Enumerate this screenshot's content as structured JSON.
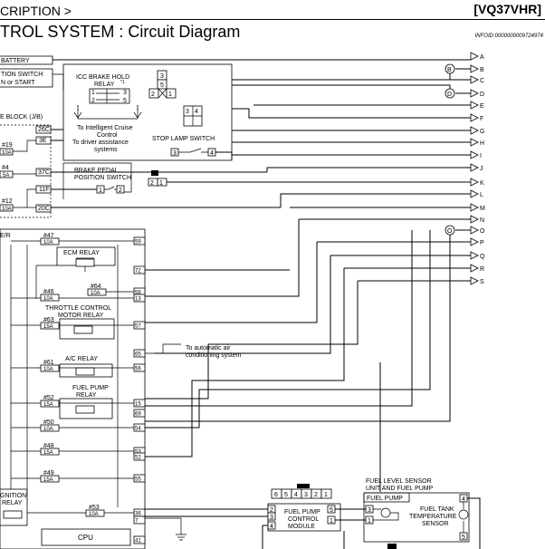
{
  "header": {
    "section": "CRIPTION >",
    "model_code": "[VQ37VHR]",
    "title": "TROL SYSTEM : Circuit Diagram",
    "info_id": "INFOID:0000000009724974"
  },
  "left_labels": {
    "battery": "BATTERY",
    "ignition_switch": "TION SWITCH",
    "on_start": "N or START",
    "fuse_block": "E BLOCK (J/B)",
    "ipdm": "E/R",
    "ignition_relay_1": "GNITION",
    "ignition_relay_2": "RELAY"
  },
  "fuses": {
    "f19": "#19",
    "f19_amp": "10A",
    "f4": "#4",
    "f4_amp": "5A",
    "f12": "#12",
    "f12_amp": "10A",
    "f47": "#47",
    "f47_amp": "10A",
    "f46": "#46",
    "f46_amp": "10A",
    "f64": "#64",
    "f64_amp": "10A",
    "f63": "#63",
    "f63_amp": "15A",
    "f61": "#61",
    "f61_amp": "10A",
    "f52": "#52",
    "f52_amp": "15A",
    "f50": "#50",
    "f50_amp": "10A",
    "f48": "#48",
    "f48_amp": "15A",
    "f49": "#49",
    "f49_amp": "15A",
    "f53": "#53",
    "f53_amp": "10A"
  },
  "jb_terminals": [
    "26C",
    "3E",
    "37C",
    "11F",
    "20C"
  ],
  "ipdm_terminals": [
    "59",
    "72",
    "58",
    "13",
    "57",
    "65",
    "56",
    "15",
    "69",
    "54",
    "53",
    "52",
    "55",
    "36",
    "7",
    "41"
  ],
  "components": {
    "icc_relay_1": "ICC BRAKE HOLD",
    "icc_relay_2": "RELAY",
    "icc_relay_note": "*1",
    "icc_pins_top": [
      "1",
      "2"
    ],
    "icc_pins_bottom": [
      "3",
      "5"
    ],
    "icc_conn": [
      "3",
      "5",
      "2",
      "1"
    ],
    "icc_to_1": "To Intelligent Cruise",
    "icc_to_2": "Control",
    "icc_to_3": "To driver assistance",
    "icc_to_4": "systems",
    "stop_lamp_conn": [
      "3",
      "4"
    ],
    "stop_lamp": "STOP LAMP SWITCH",
    "stop_lamp_pins": [
      "3",
      "4"
    ],
    "brake_pedal_1": "BRAKE PEDAL",
    "brake_pedal_2": "POSITION SWITCH",
    "brake_pedal_pins": [
      "1",
      "2"
    ],
    "brake_pedal_conn": [
      "2",
      "1"
    ],
    "ecm_relay": "ECM RELAY",
    "throttle_relay_1": "THROTTLE CONTROL",
    "throttle_relay_2": "MOTOR RELAY",
    "to_ac_1": "To automatic air",
    "to_ac_2": "conditioning system",
    "ac_relay": "A/C RELAY",
    "fuel_pump_relay_1": "FUEL PUMP",
    "fuel_pump_relay_2": "RELAY",
    "cpu": "CPU",
    "fpcm_conn": [
      "6",
      "5",
      "4",
      "3",
      "2",
      "1"
    ],
    "fpcm_1": "FUEL PUMP",
    "fpcm_2": "CONTROL",
    "fpcm_3": "MODULE",
    "fpcm_pins_left": [
      "2",
      "3",
      "4"
    ],
    "fpcm_pins_right": [
      "5",
      "1"
    ],
    "fuel_level_1": "FUEL LEVEL SENSOR",
    "fuel_level_2": "UNIT AND FUEL PUMP",
    "fuel_pump": "FUEL PUMP",
    "fuel_pump_pins": [
      "3",
      "1"
    ],
    "fuel_tank_1": "FUEL TANK",
    "fuel_tank_2": "TEMPERATURE",
    "fuel_tank_3": "SENSOR",
    "fuel_level_pins": [
      "4",
      "5"
    ]
  },
  "connectors_right": [
    "A",
    "B",
    "C",
    "D",
    "E",
    "F",
    "G",
    "H",
    "I",
    "J",
    "K",
    "L",
    "M",
    "N",
    "O",
    "P",
    "Q",
    "R",
    "S"
  ],
  "circled_letters": [
    "B",
    "D",
    "O"
  ]
}
